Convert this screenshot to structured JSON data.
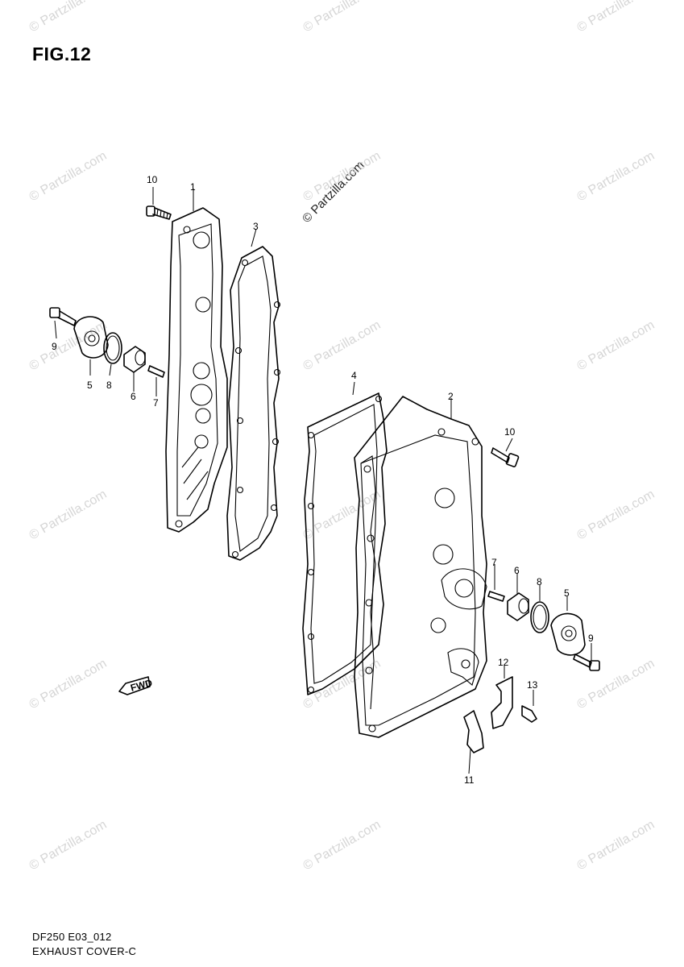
{
  "figure": {
    "title": "FIG.12",
    "code": "DF250 E03_012",
    "name": "EXHAUST COVER-C"
  },
  "watermark": {
    "text": "© Partzilla.com",
    "center_text": "© Partzilla.com",
    "color": "#d6d6d6"
  },
  "callouts": [
    "10",
    "1",
    "3",
    "9",
    "5",
    "8",
    "6",
    "7",
    "4",
    "2",
    "10",
    "7",
    "6",
    "8",
    "5",
    "9",
    "12",
    "13",
    "11"
  ],
  "fwd_mark": "FWD"
}
